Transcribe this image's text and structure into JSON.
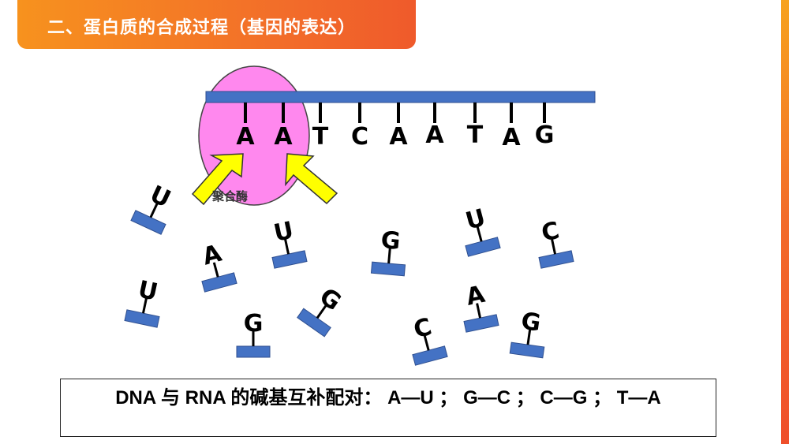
{
  "header": {
    "title": "二、蛋白质的合成过程（基因的表达）"
  },
  "colors": {
    "accent": "#f26b2a",
    "strand": "#4472c4",
    "enzyme": "#ff88ee",
    "arrow": "#ffff00"
  },
  "dna": {
    "bases": [
      "A",
      "A",
      "T",
      "C",
      "A",
      "A",
      "T",
      "A",
      "G"
    ]
  },
  "enzyme": {
    "label": "聚合酶"
  },
  "free_nucleotides": [
    "U",
    "A",
    "U",
    "G",
    "U",
    "C",
    "U",
    "G",
    "G",
    "C",
    "A",
    "G"
  ],
  "pairing_rule": {
    "text": "DNA 与 RNA 的碱基互补配对： A—U ； G—C ； C—G ； T—A"
  }
}
